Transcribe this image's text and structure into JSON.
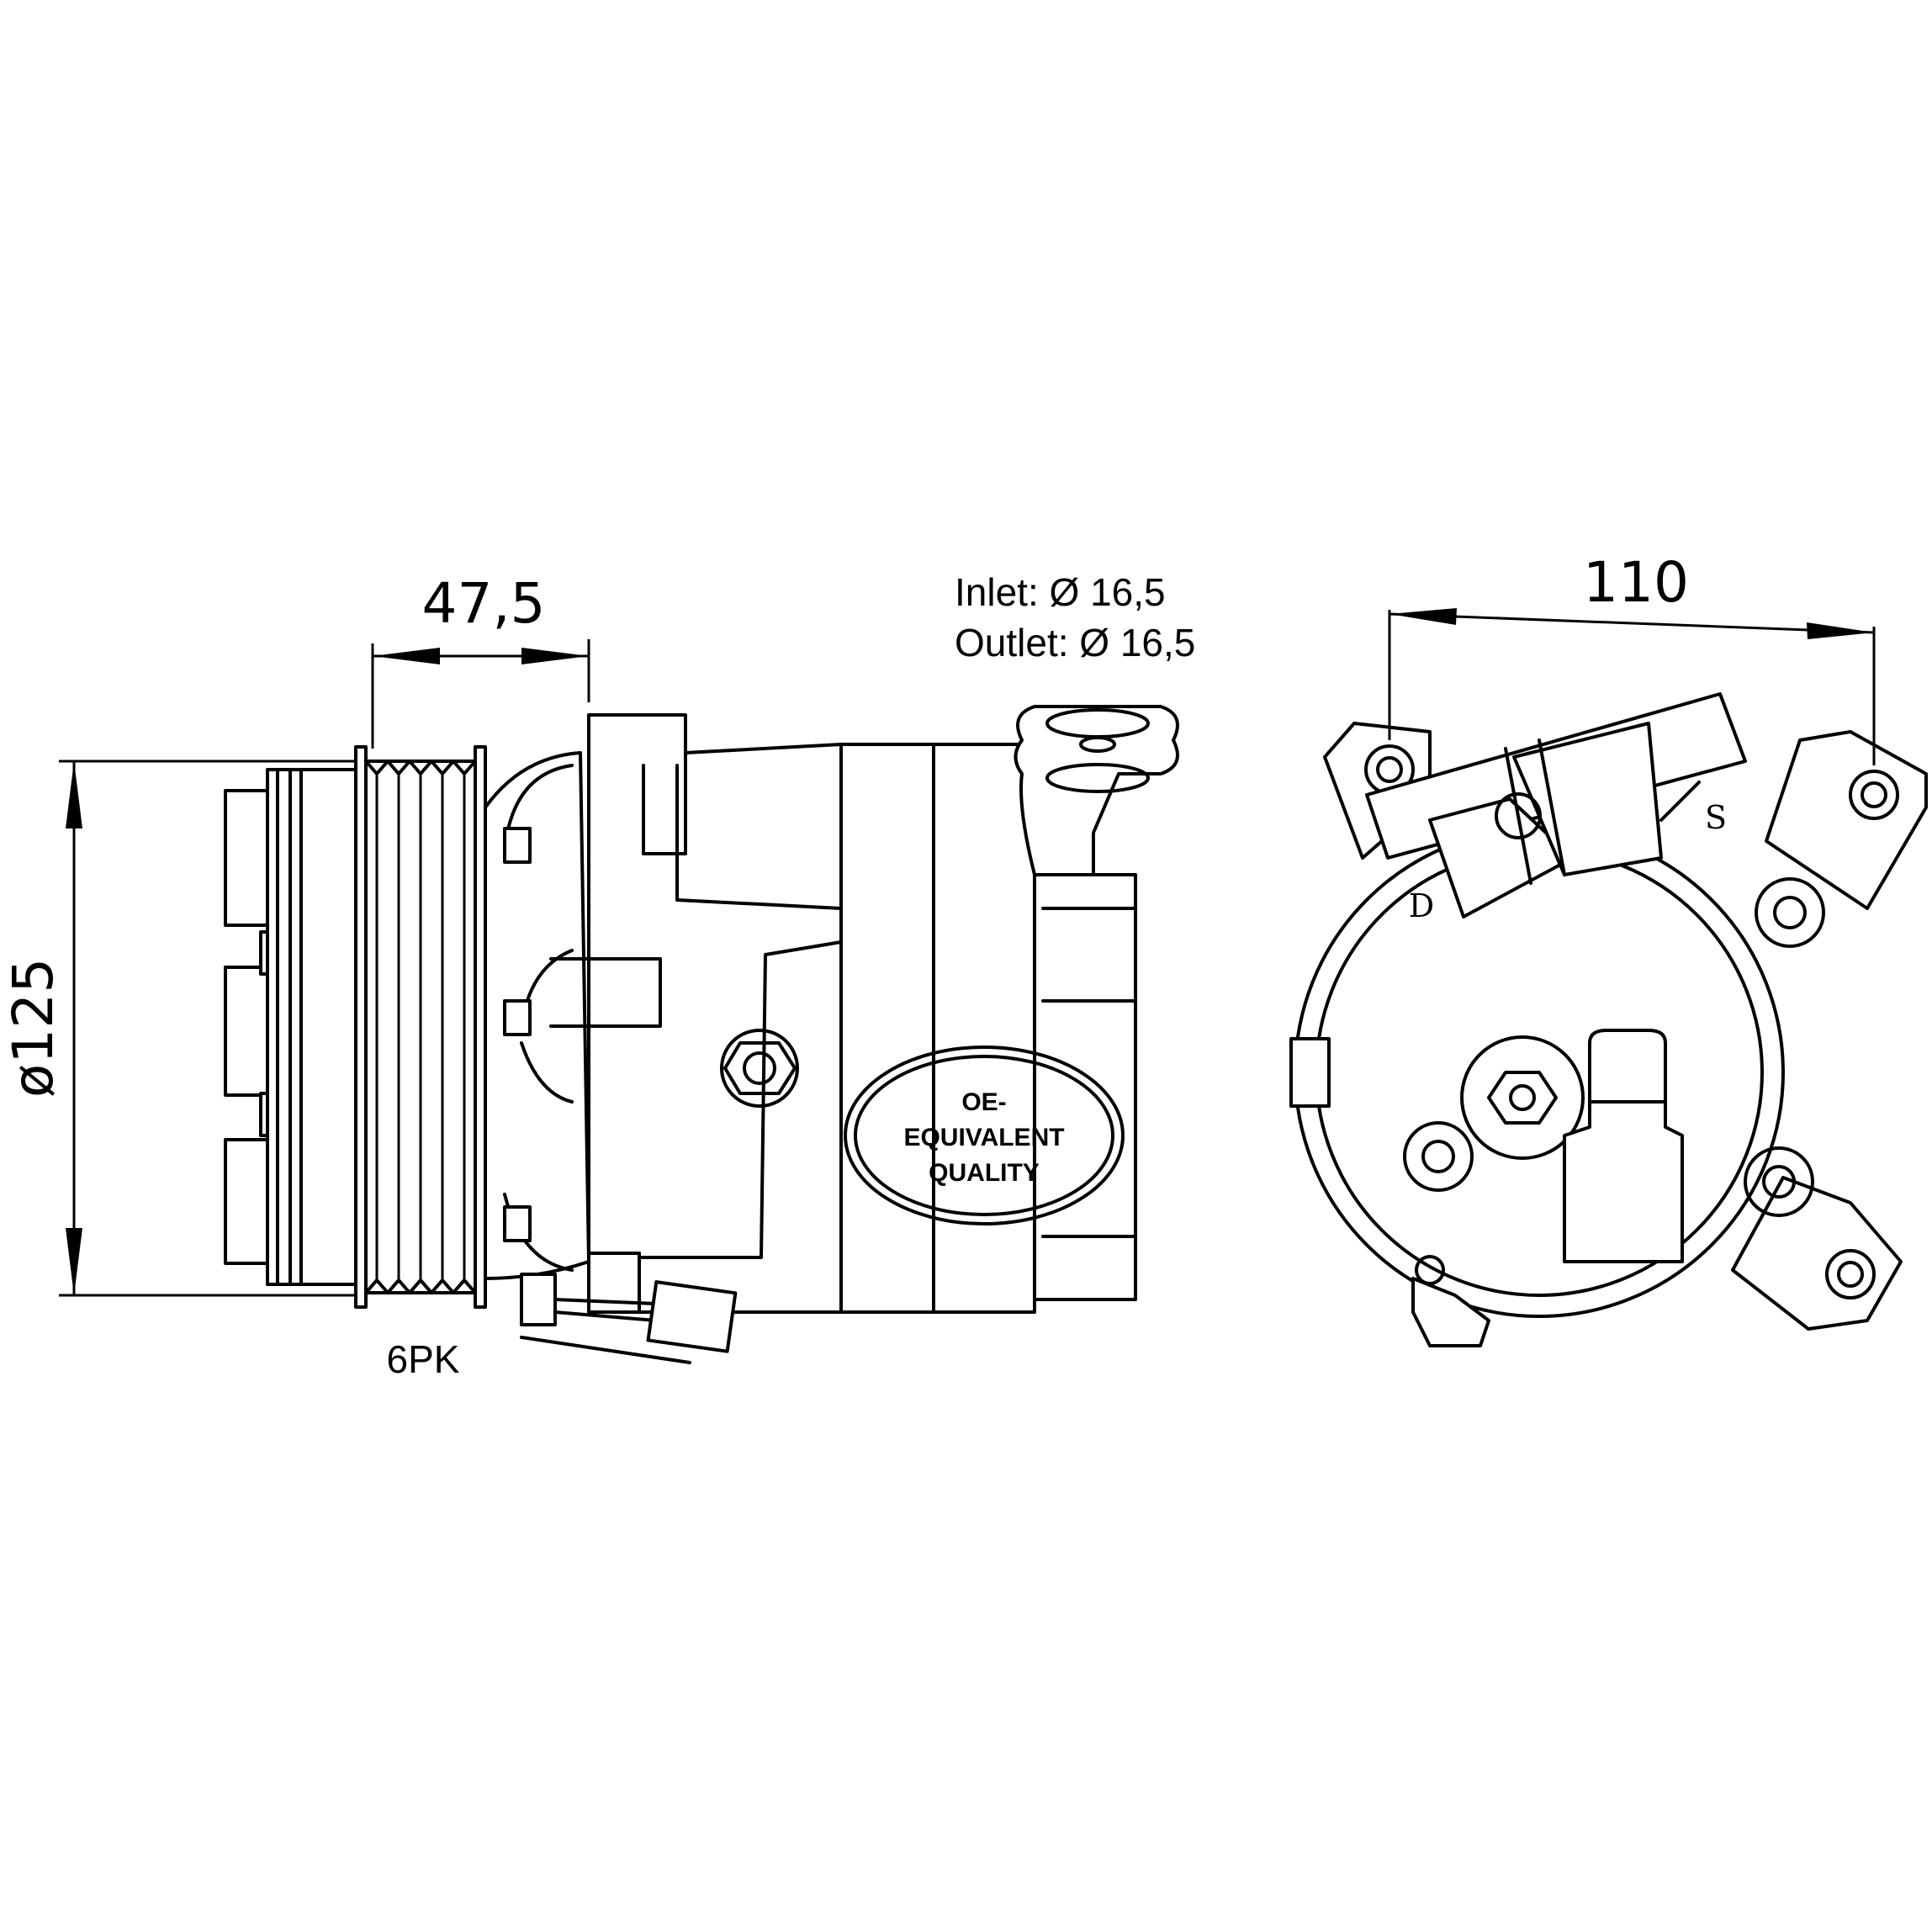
{
  "dimensions": {
    "pulley_width": "47,5",
    "pulley_diameter": "ø125",
    "mount_width": "110"
  },
  "ports": {
    "inlet": "Inlet: Ø 16,5",
    "outlet": "Outlet: Ø 16,5"
  },
  "belt_profile": "6PK",
  "badge": {
    "line1": "OE-",
    "line2": "EQUIVALENT",
    "line3": "QUALITY"
  },
  "port_marks": {
    "discharge": "D",
    "suction": "S"
  }
}
